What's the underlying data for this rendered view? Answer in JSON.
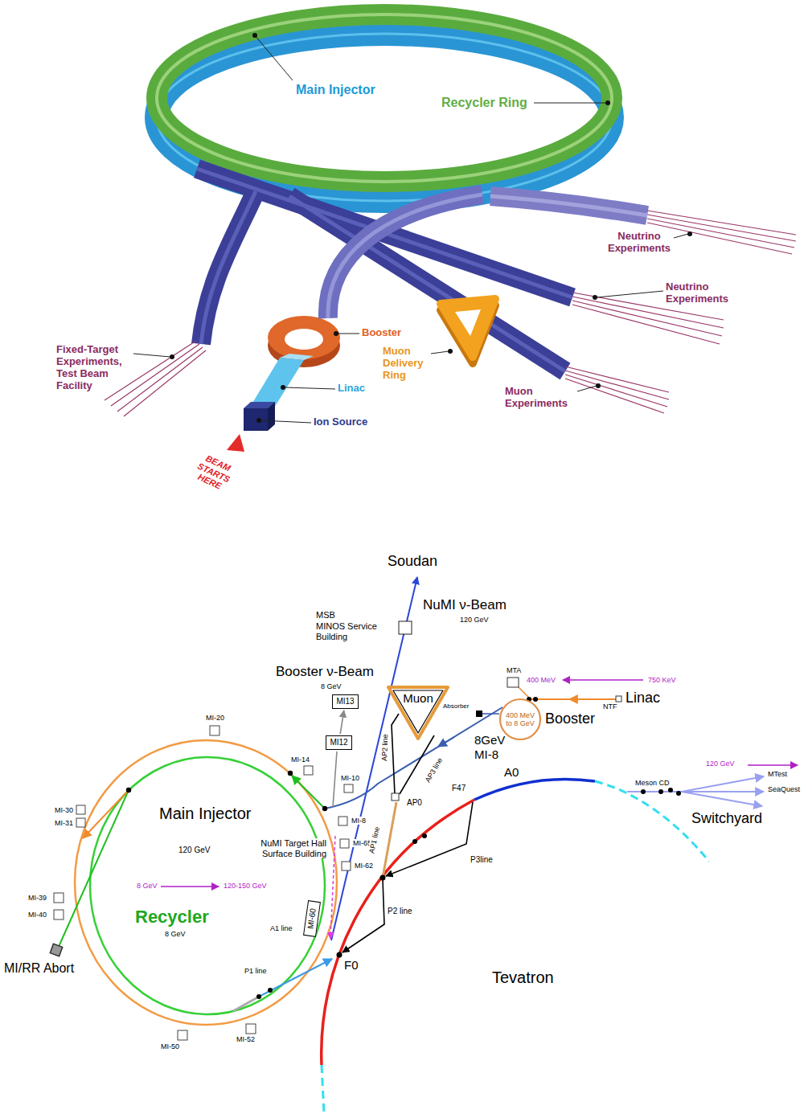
{
  "diagram": {
    "nodes": [
      {
        "text": [
          "MI13"
        ]
      },
      {
        "text": [
          "MI12"
        ]
      },
      {
        "text": [
          "Muon"
        ]
      },
      {
        "text": [
          "400 MeV to 8 GeV"
        ]
      },
      {
        "text": [
          "MI-60"
        ]
      }
    ],
    "edges": [
      {
        "from": 1,
        "to": 0,
        "arrow": "to"
      }
    ],
    "labels": [
      "Main Injector",
      "Recycler Ring",
      "Neutrino Experiments",
      "Neutrino Experiments",
      "Muon Experiments",
      "Fixed-Target Experiments, Test Beam Facility",
      "Booster",
      "Muon Delivery Ring",
      "Linac",
      "Ion Source",
      "BEAM STARTS HERE",
      "Soudan",
      "NuMI ν-Beam",
      "120 GeV",
      "MSB",
      "MINOS Service Building",
      "Booster ν-Beam",
      "8 GeV",
      "MI-20",
      "MI-14",
      "MI-10",
      "MI-8",
      "MI-65",
      "MI-62",
      "Main Injector",
      "MI-30",
      "MI-31",
      "NuMI Target Hall Surface Building",
      "120 GeV",
      "8 GeV",
      "120-150 GeV",
      "MI-39",
      "MI-40",
      "Recycler",
      "A1 line",
      "8 GeV",
      "F0",
      "MI/RR Abort",
      "P1 line",
      "P2 line",
      "P3line",
      "AP1 line",
      "AP0",
      "AP2 line",
      "AP3 line",
      "Absorber",
      "8GeV",
      "MI-8",
      "MTA",
      "400 MeV",
      "750 KeV",
      "Booster",
      "NTF",
      "Linac",
      "120 GeV",
      "A0",
      "F47",
      "Meson CD",
      "MTest",
      "SeaQuest",
      "Switchyard",
      "Tevatron",
      "MI-50",
      "MI-52"
    ]
  }
}
